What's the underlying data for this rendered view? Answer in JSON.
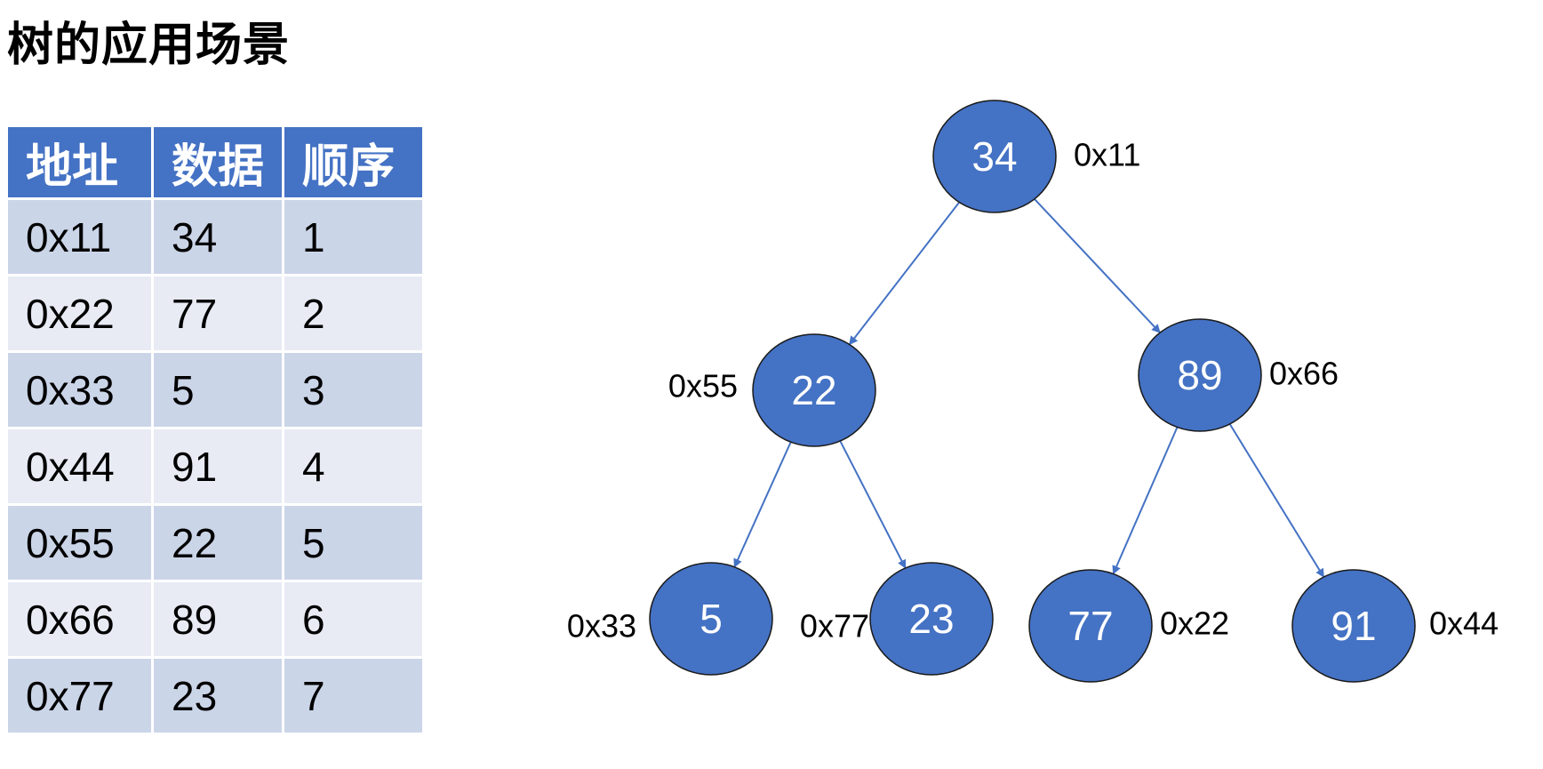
{
  "title": "树的应用场景",
  "table": {
    "headers": [
      "地址",
      "数据",
      "顺序"
    ],
    "rows": [
      [
        "0x11",
        "34",
        "1"
      ],
      [
        "0x22",
        "77",
        "2"
      ],
      [
        "0x33",
        "5",
        "3"
      ],
      [
        "0x44",
        "91",
        "4"
      ],
      [
        "0x55",
        "22",
        "5"
      ],
      [
        "0x66",
        "89",
        "6"
      ],
      [
        "0x77",
        "23",
        "7"
      ]
    ]
  },
  "tree": {
    "colors": {
      "node_fill": "#4472c4",
      "node_stroke": "#1a1a1a",
      "edge": "#4472c4",
      "node_text": "#ffffff"
    },
    "nodes": [
      {
        "id": "n34",
        "value": "34",
        "address": "0x11"
      },
      {
        "id": "n22",
        "value": "22",
        "address": "0x55"
      },
      {
        "id": "n89",
        "value": "89",
        "address": "0x66"
      },
      {
        "id": "n5",
        "value": "5",
        "address": "0x33"
      },
      {
        "id": "n23",
        "value": "23",
        "address": "0x77"
      },
      {
        "id": "n77",
        "value": "77",
        "address": "0x22"
      },
      {
        "id": "n91",
        "value": "91",
        "address": "0x44"
      }
    ],
    "edges": [
      {
        "from": "n34",
        "to": "n22"
      },
      {
        "from": "n34",
        "to": "n89"
      },
      {
        "from": "n22",
        "to": "n5"
      },
      {
        "from": "n22",
        "to": "n23"
      },
      {
        "from": "n89",
        "to": "n77"
      },
      {
        "from": "n89",
        "to": "n91"
      }
    ]
  }
}
